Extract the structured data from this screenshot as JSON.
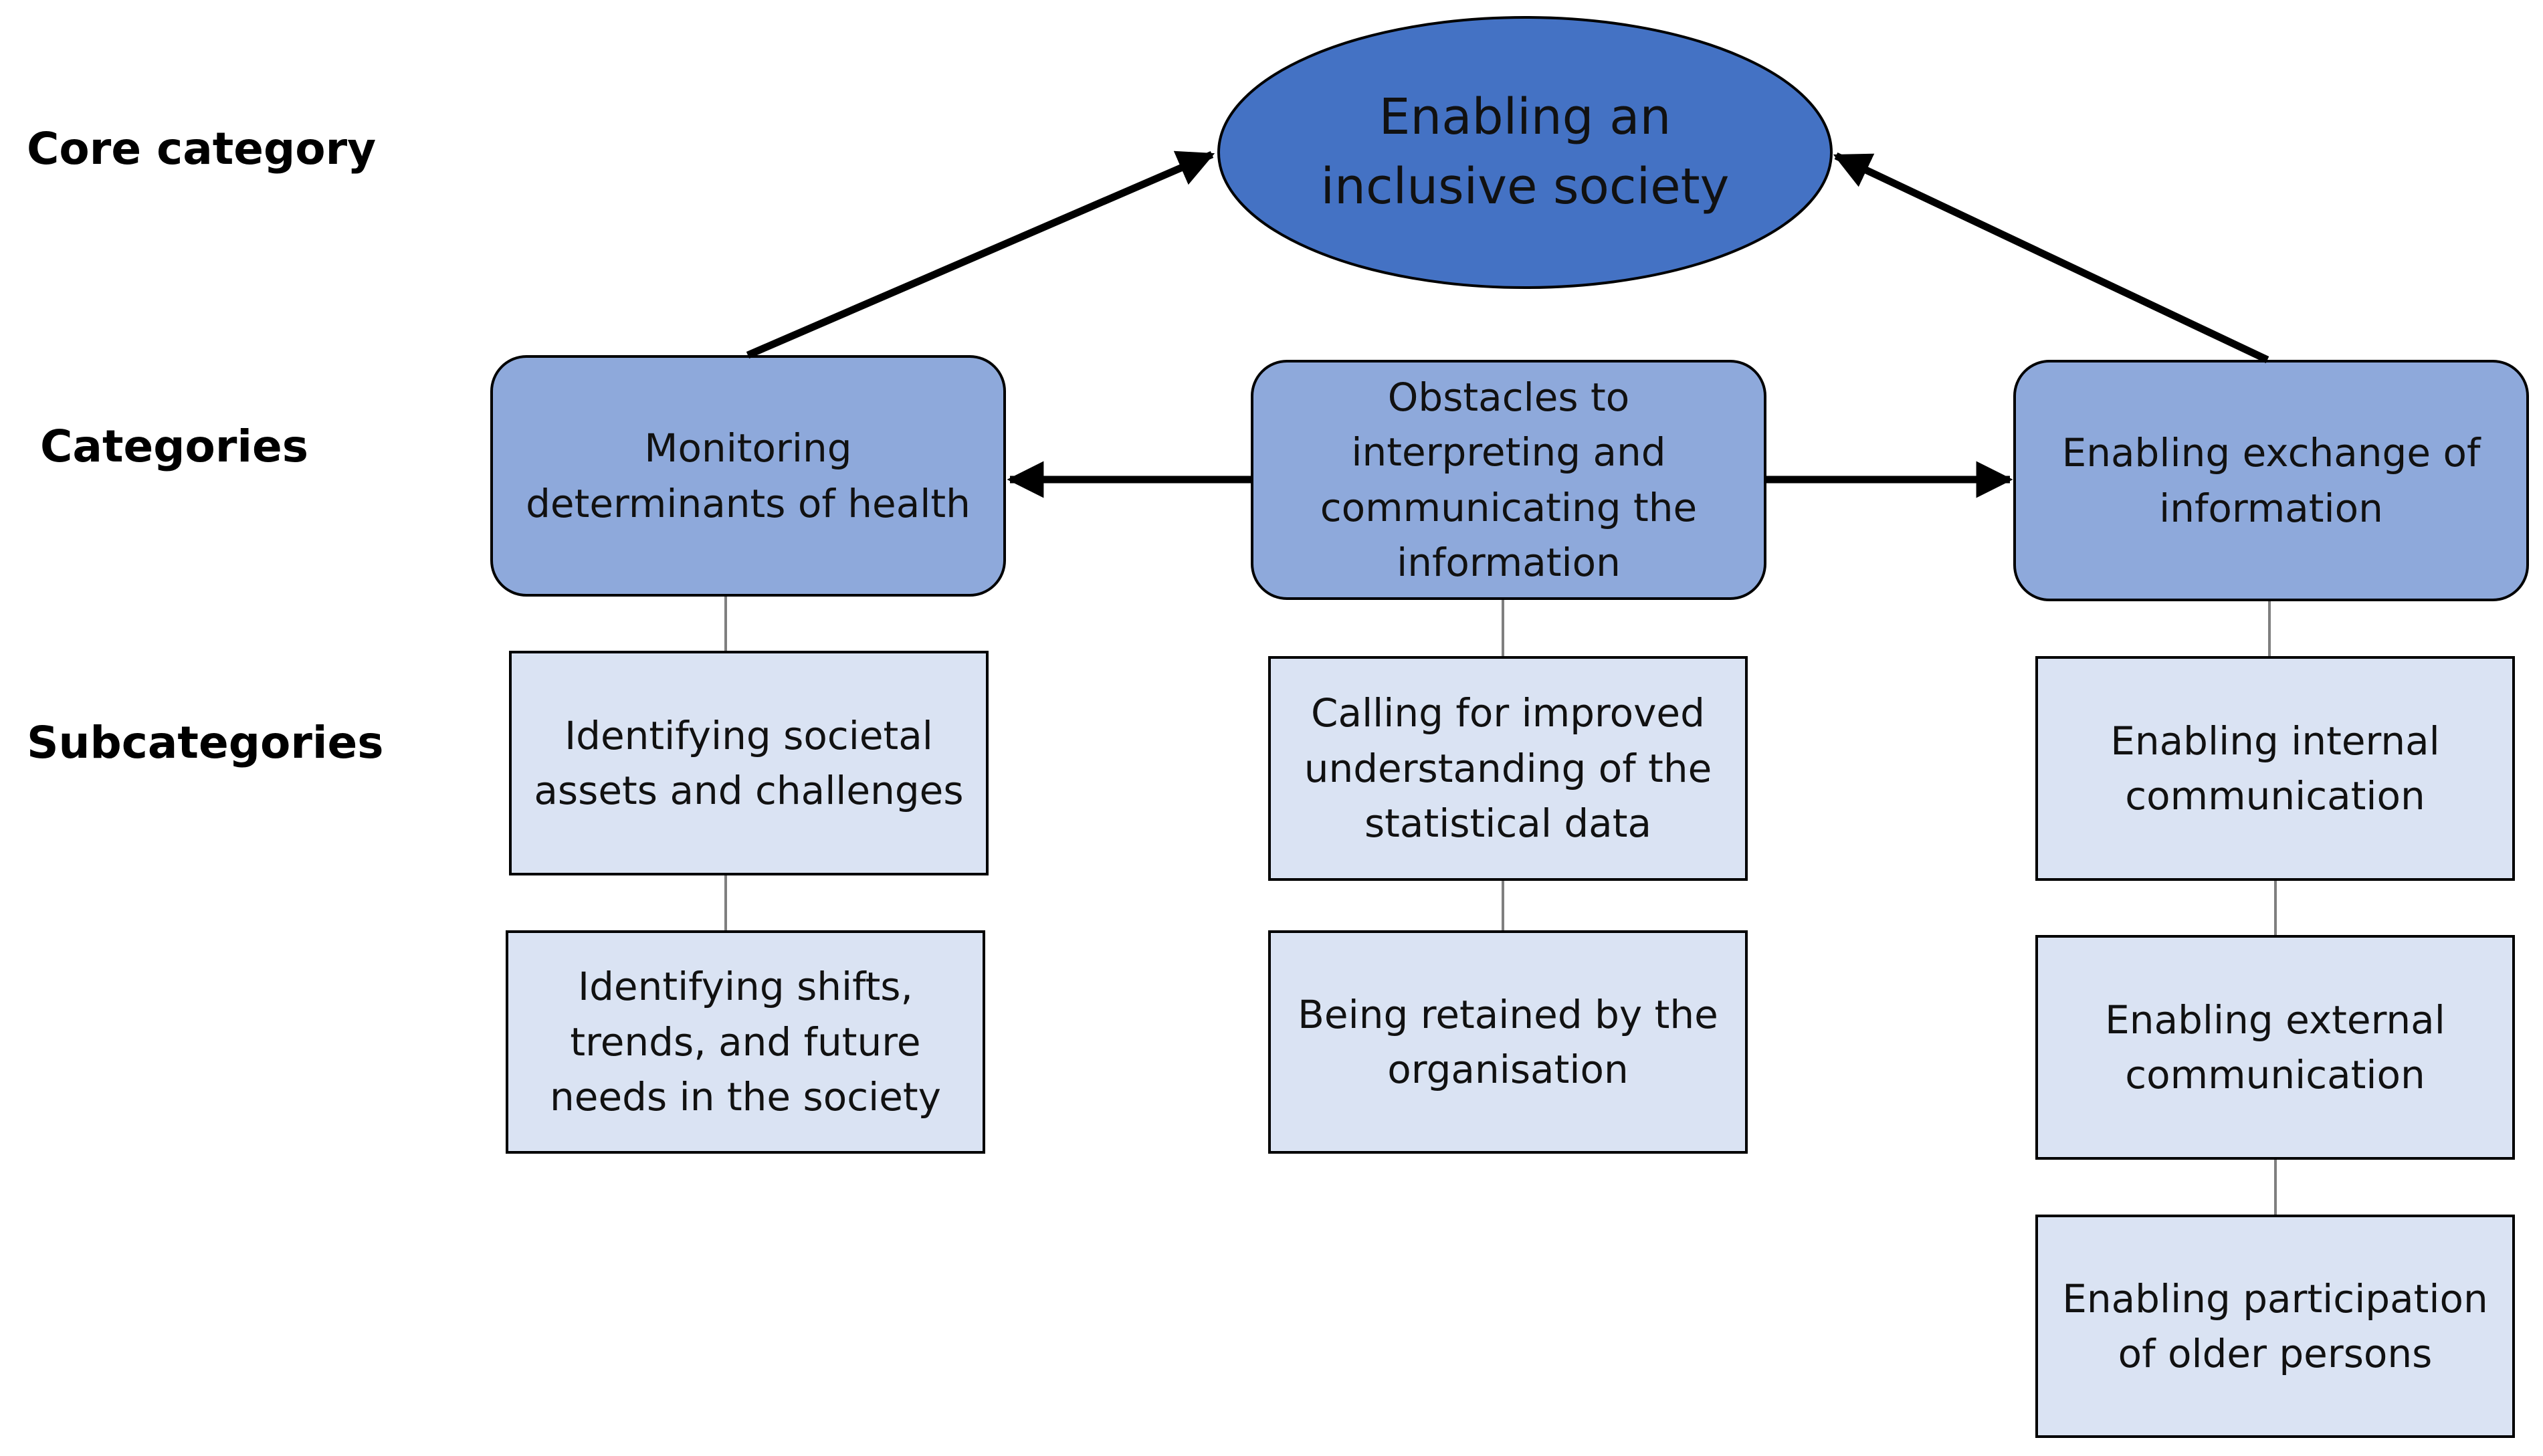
{
  "colors": {
    "core_fill": "#4472C4",
    "category_fill": "#8EA9DB",
    "subcategory_fill": "#DAE3F3",
    "outline": "#000000",
    "connector": "#7F7F7F"
  },
  "row_labels": {
    "core": "Core category",
    "categories": "Categories",
    "subcategories": "Subcategories"
  },
  "core": {
    "label": "Enabling an\ninclusive society"
  },
  "categories": [
    {
      "label": "Monitoring\ndeterminants of health",
      "subcategories": [
        "Identifying societal\nassets and challenges",
        "Identifying shifts,\ntrends, and future\nneeds in the society"
      ]
    },
    {
      "label": "Obstacles to\ninterpreting and\ncommunicating the\ninformation",
      "subcategories": [
        "Calling for improved\nunderstanding of the\nstatistical data",
        "Being retained by the\norganisation"
      ]
    },
    {
      "label": "Enabling exchange of\ninformation",
      "subcategories": [
        "Enabling internal\ncommunication",
        "Enabling external\ncommunication",
        "Enabling participation\nof older persons"
      ]
    }
  ]
}
